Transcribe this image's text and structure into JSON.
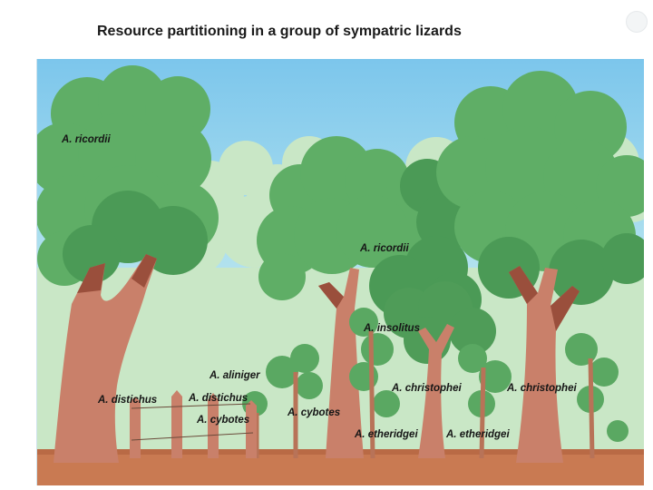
{
  "title": "Resource partitioning in a group of sympatric lizards",
  "labels": {
    "ricordii_canopy": "A. ricordii",
    "ricordii_trunk": "A. ricordii",
    "insolitus": "A. insolitus",
    "aliniger": "A. aliniger",
    "distichus_left": "A. distichus",
    "distichus_mid": "A. distichus",
    "cybotes_left": "A. cybotes",
    "cybotes_right": "A. cybotes",
    "christophei_mid": "A. christophei",
    "christophei_right": "A. christophei",
    "etheridgei_left": "A. etheridgei",
    "etheridgei_right": "A. etheridgei"
  },
  "colors": {
    "sky": "#8fd0ef",
    "background_foliage": "#cfe9cf",
    "foliage_dark": "#4f9c58",
    "foliage_mid": "#5fae66",
    "foliage_light": "#8fcb8a",
    "trunk": "#c9806a",
    "trunk_shadow": "#9a4f3c",
    "ground": "#c97a52"
  }
}
